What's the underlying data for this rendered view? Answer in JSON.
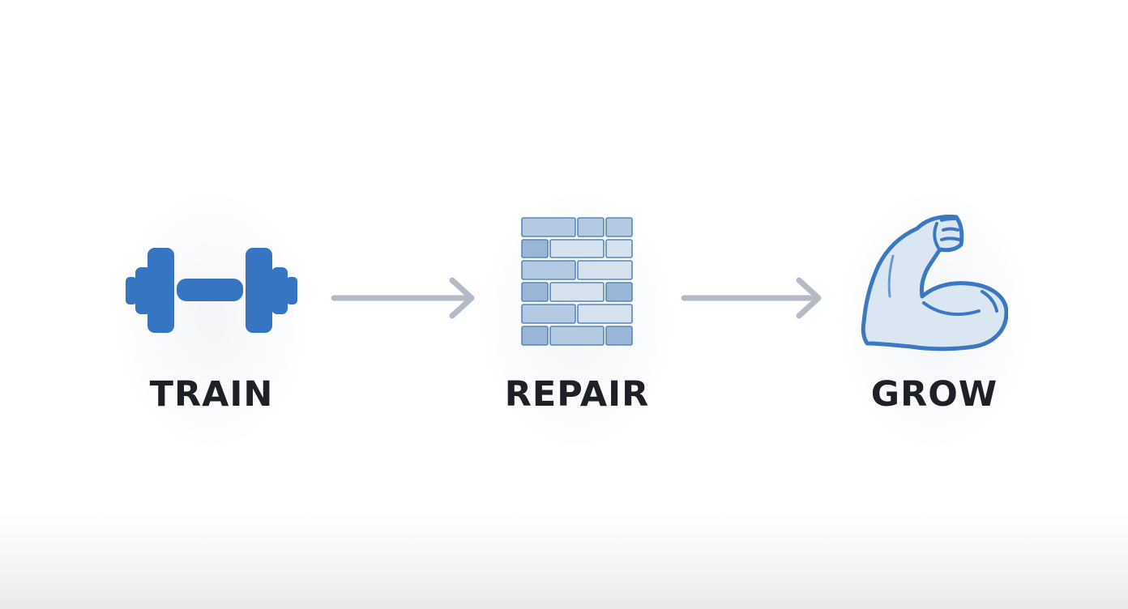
{
  "steps": [
    {
      "label": "TRAIN",
      "icon": "dumbbell-icon"
    },
    {
      "label": "REPAIR",
      "icon": "brick-wall-icon"
    },
    {
      "label": "GROW",
      "icon": "flexed-bicep-icon"
    }
  ],
  "colors": {
    "icon_blue": "#3575c2",
    "brick_light": "#d6e1ee",
    "brick_mid": "#b4c9e2",
    "brick_dark": "#9ab6d6",
    "brick_stroke": "#5b86ba",
    "arm_fill": "#dbe6f3",
    "arm_stroke": "#3a78c2",
    "arrow_gray": "#b2bbc6",
    "label_text": "#1d2026"
  }
}
